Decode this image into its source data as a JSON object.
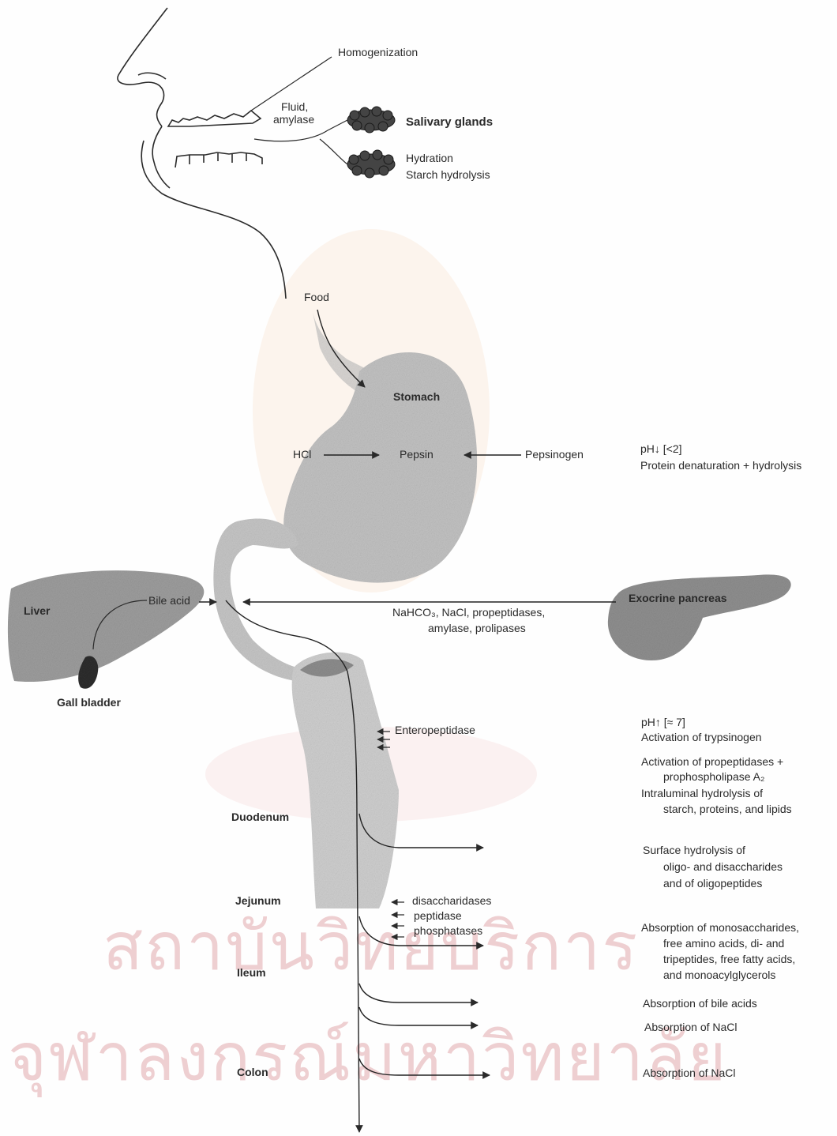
{
  "watermark": {
    "line1": "สถาบันวิทยบริการ",
    "line2": "จุฬาลงกรณ์มหาวิทยาลัย"
  },
  "labels": {
    "homogenization": "Homogenization",
    "fluid": "Fluid,",
    "amylase": "amylase",
    "salivary_glands": "Salivary glands",
    "hydration": "Hydration",
    "starch_hydrolysis": "Starch hydrolysis",
    "food": "Food",
    "stomach": "Stomach",
    "hcl": "HCl",
    "pepsin": "Pepsin",
    "pepsinogen": "Pepsinogen",
    "liver": "Liver",
    "bile_acid": "Bile acid",
    "exocrine_pancreas": "Exocrine pancreas",
    "pancreas_sec_1": "NaHCO₃, NaCl, propeptidases,",
    "pancreas_sec_2": "amylase, prolipases",
    "gall_bladder": "Gall bladder",
    "enteropeptidase": "Enteropeptidase",
    "duodenum": "Duodenum",
    "jejunum": "Jejunum",
    "disaccharidases": "disaccharidases",
    "peptidase": "peptidase",
    "phosphatases": "phosphatases",
    "ileum": "Ileum",
    "colon": "Colon"
  },
  "notes": {
    "stomach_ph": "pH↓ [<2]",
    "stomach_action": "Protein denaturation + hydrolysis",
    "intestine_ph": "pH↑ [≈ 7]",
    "activation_trypsinogen": "Activation of trypsinogen",
    "activation_propeptidases": "Activation of propeptidases +",
    "prophospholipase": "prophospholipase A₂",
    "intraluminal": "Intraluminal hydrolysis of",
    "starch_proteins_lipids": "starch, proteins, and lipids",
    "surface_hydrolysis": "Surface hydrolysis of",
    "oligo_disaccharides": "oligo- and disaccharides",
    "oligopeptides": "and of oligopeptides",
    "absorption_mono": "Absorption of monosaccharides,",
    "free_amino": "free amino acids, di- and",
    "tripeptides": "tripeptides, free fatty acids,",
    "monoacyl": "and monoacylglycerols",
    "absorption_bile": "Absorption of bile acids",
    "absorption_nacl_1": "Absorption of NaCl",
    "absorption_nacl_2": "Absorption of NaCl"
  }
}
